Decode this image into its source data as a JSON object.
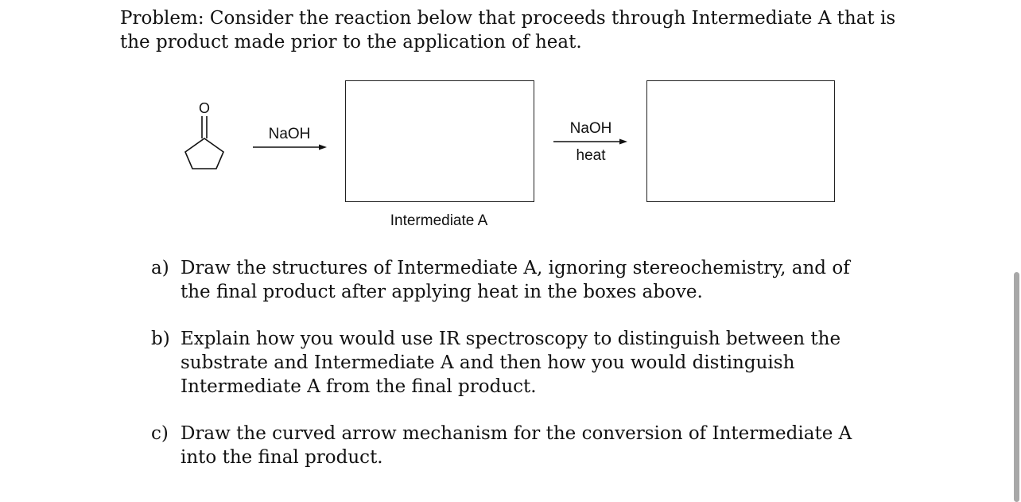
{
  "problem": {
    "text": "Problem: Consider the reaction below that proceeds through Intermediate A that is the product made prior to the application of heat."
  },
  "scheme": {
    "substrate_atom_label": "O",
    "step1_reagent": "NaOH",
    "step2_reagent": "NaOH",
    "step2_condition": "heat",
    "box1_caption": "Intermediate A"
  },
  "questions": [
    {
      "letter": "a)",
      "text": "Draw the structures of Intermediate A, ignoring stereochemistry, and of the final product after applying heat in the boxes above."
    },
    {
      "letter": "b)",
      "text": "Explain how you would use IR spectroscopy to distinguish between the substrate and Intermediate A and then how you would distinguish Intermediate A from the final product."
    },
    {
      "letter": "c)",
      "text": "Draw the curved arrow mechanism for the conversion of Intermediate A into the final product."
    }
  ]
}
